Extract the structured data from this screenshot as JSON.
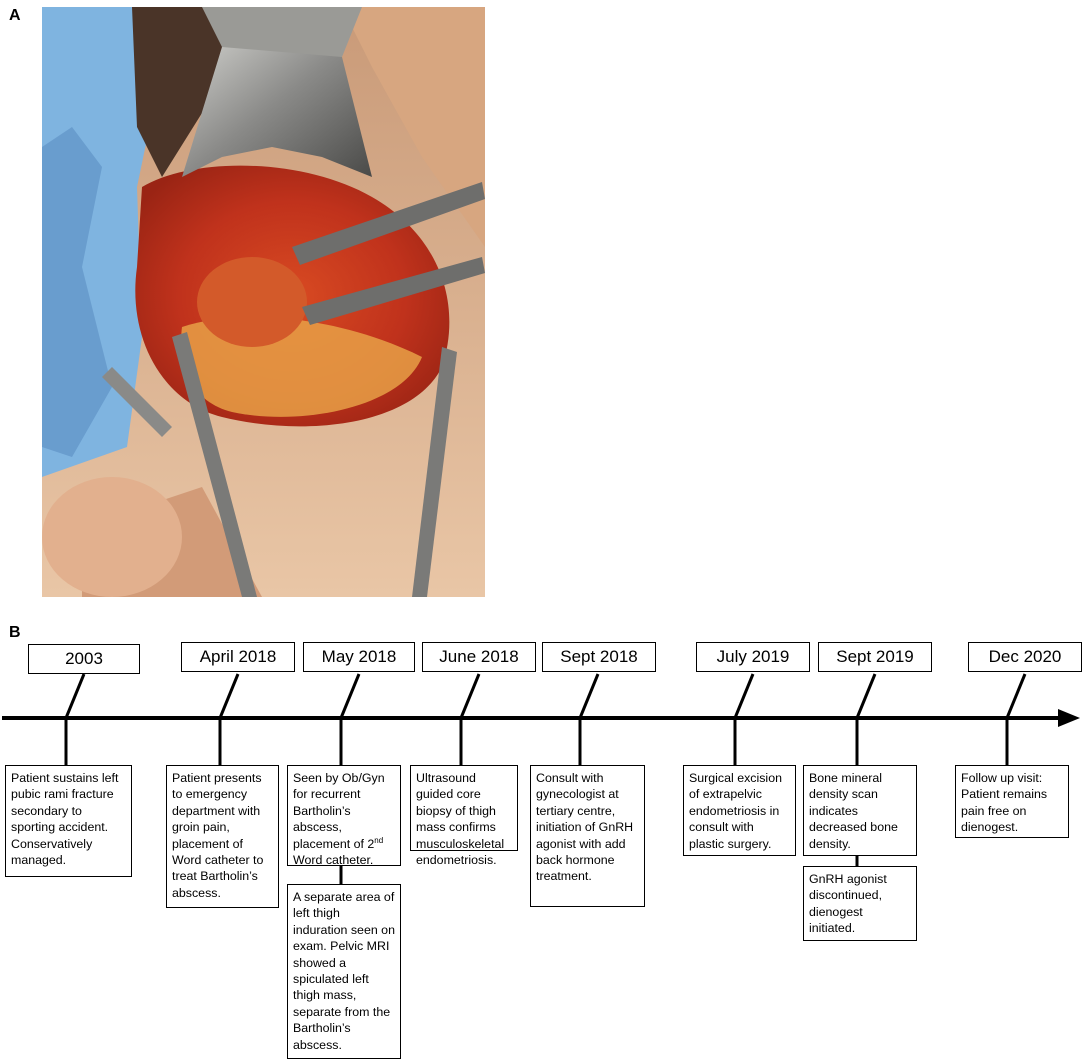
{
  "panel_a_label": "A",
  "panel_b_label": "B",
  "photo": {
    "icon": "surgical-photo-icon",
    "colors": {
      "tissue": "#c0321c",
      "fat": "#e8a046",
      "drape": "#7fb4e0",
      "skin": "#e0b08a",
      "metal": "#8a8a88"
    }
  },
  "timeline": {
    "arrow_color": "#000000",
    "dates": [
      "2003",
      "April 2018",
      "May 2018",
      "June 2018",
      "Sept 2018",
      "July 2019",
      "Sept 2019",
      "Dec 2020"
    ],
    "events": [
      {
        "text": "Patient sustains left pubic rami fracture secondary to sporting accident. Conservatively managed."
      },
      {
        "text": "Patient presents to emergency department with groin pain, placement of Word catheter to treat Bartholin’s abscess."
      },
      {
        "text_before": "Seen by Ob/Gyn for recurrent Bartholin’s abscess, placement of 2",
        "sup": "nd",
        "text_after": " Word catheter."
      },
      {
        "text": "A separate area of left thigh induration seen on exam. Pelvic MRI showed a spiculated left thigh mass, separate from the Bartholin’s abscess."
      },
      {
        "text": "Ultrasound guided core biopsy of thigh mass confirms musculoskeletal endometriosis."
      },
      {
        "text": "Consult with gynecologist at tertiary centre, initiation of GnRH agonist with add back hormone treatment."
      },
      {
        "text": "Surgical excision of extrapelvic endometriosis in consult with plastic surgery."
      },
      {
        "text": "Bone mineral density scan indicates decreased bone density."
      },
      {
        "text": "GnRH agonist discontinued, dienogest initiated."
      },
      {
        "text": "Follow up visit: Patient remains pain free on dienogest."
      }
    ]
  }
}
